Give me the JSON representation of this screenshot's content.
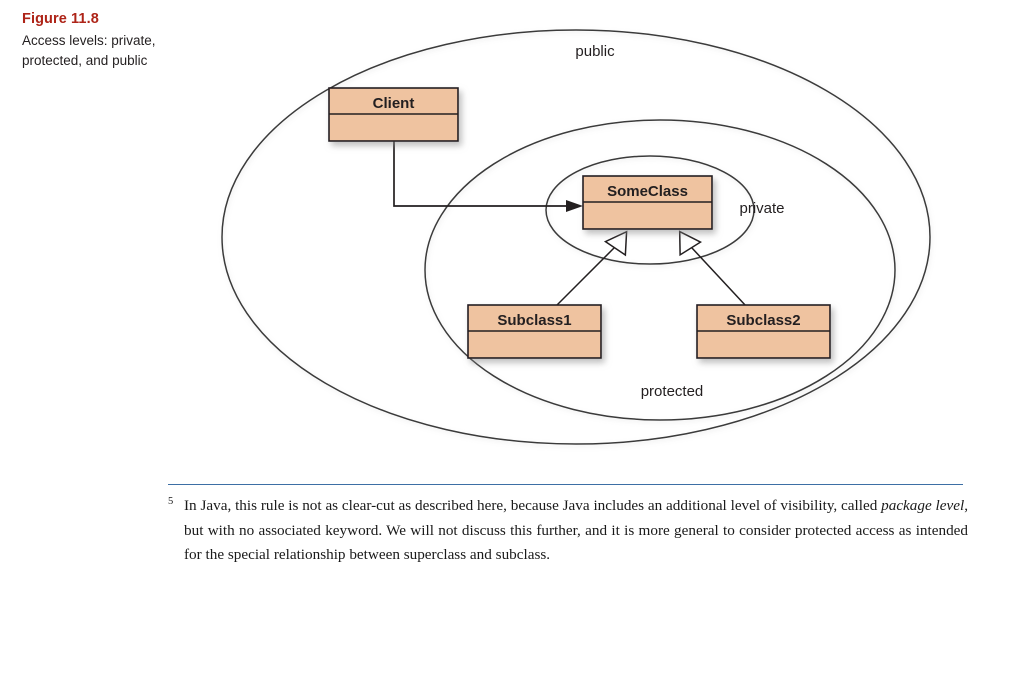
{
  "caption": {
    "figure_number": "Figure 11.8",
    "description": "Access levels: private, protected, and public",
    "number_color": "#AE2418"
  },
  "diagram": {
    "type": "uml-class-diagram-nested-scopes",
    "scopes": [
      {
        "id": "public",
        "label": "public",
        "level": 1
      },
      {
        "id": "protected",
        "label": "protected",
        "level": 2
      },
      {
        "id": "private",
        "label": "private",
        "level": 3
      }
    ],
    "classes": [
      {
        "id": "client",
        "name": "Client",
        "scope": "public"
      },
      {
        "id": "someclass",
        "name": "SomeClass",
        "scope": "private"
      },
      {
        "id": "subclass1",
        "name": "Subclass1",
        "scope": "protected"
      },
      {
        "id": "subclass2",
        "name": "Subclass2",
        "scope": "protected"
      }
    ],
    "connections": [
      {
        "from": "client",
        "to": "someclass",
        "kind": "association",
        "arrow": "solid-filled"
      },
      {
        "from": "subclass1",
        "to": "someclass",
        "kind": "generalization",
        "arrow": "hollow-triangle"
      },
      {
        "from": "subclass2",
        "to": "someclass",
        "kind": "generalization",
        "arrow": "hollow-triangle"
      }
    ],
    "colors": {
      "box_fill": "#EFC3A0",
      "box_stroke": "#231f20",
      "ellipse_stroke": "#3a3a3a",
      "label_text": "#231f20"
    }
  },
  "footnote": {
    "marker": "5",
    "text_part1": "In Java, this rule is not as clear-cut as described here, because Java includes an additional level of visibility, called ",
    "text_italic": "package level",
    "text_part2": ", but with no associated keyword. We will not discuss this further, and it is more general to consider protected access as intended for the special relationship between superclass and subclass.",
    "rule_color": "#3d6fa5"
  }
}
